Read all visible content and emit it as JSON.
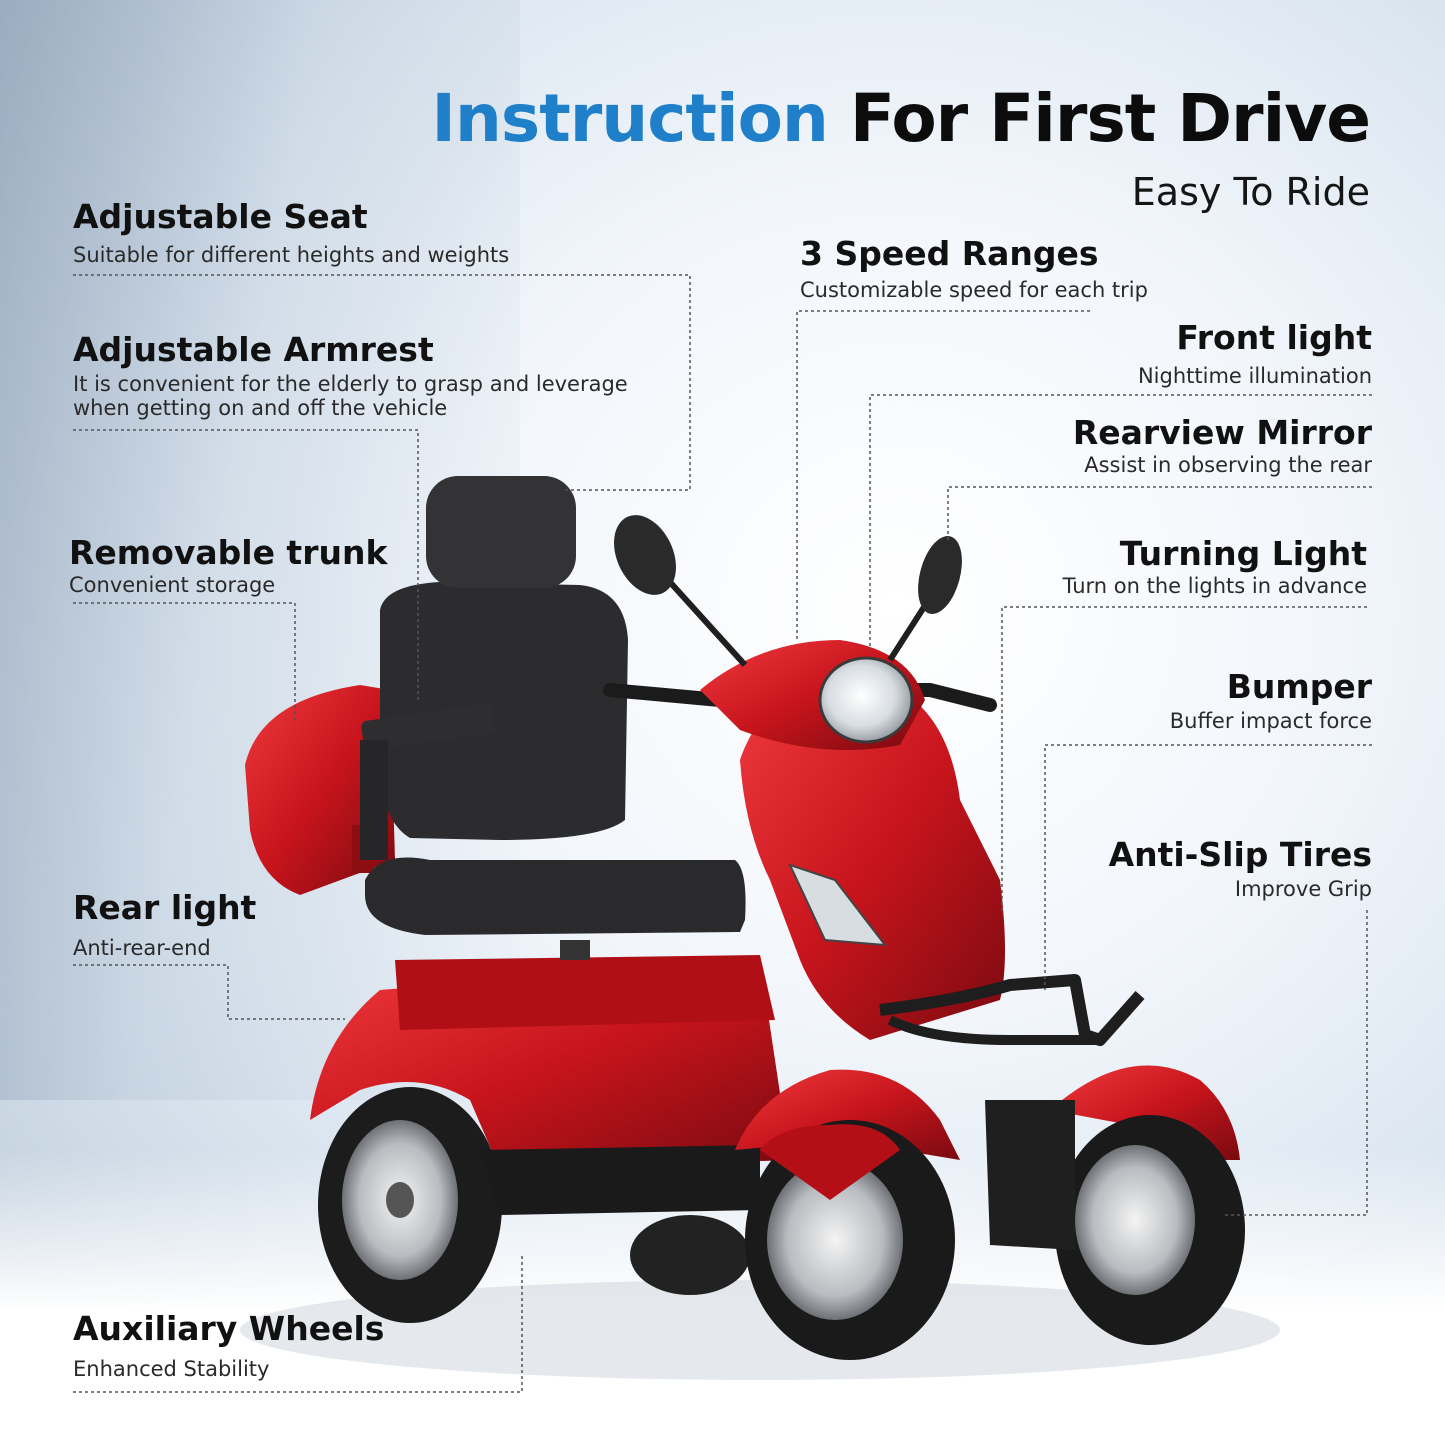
{
  "header": {
    "title_highlight": "Instruction",
    "title_rest": "For First Drive",
    "subtitle": "Easy To Ride"
  },
  "features": {
    "adjustable_seat": {
      "title": "Adjustable Seat",
      "desc": "Suitable for different heights and weights"
    },
    "adjustable_armrest": {
      "title": "Adjustable Armrest",
      "desc_line1": "It is convenient for the elderly to grasp and leverage",
      "desc_line2": "when getting on and off the vehicle"
    },
    "removable_trunk": {
      "title": "Removable trunk",
      "desc": "Convenient storage"
    },
    "rear_light": {
      "title": "Rear light",
      "desc": "Anti-rear-end"
    },
    "auxiliary_wheels": {
      "title": "Auxiliary Wheels",
      "desc": "Enhanced Stability"
    },
    "speed_ranges": {
      "title": "3 Speed Ranges",
      "desc": "Customizable speed for each trip"
    },
    "front_light": {
      "title": "Front light",
      "desc": "Nighttime illumination"
    },
    "rearview_mirror": {
      "title": "Rearview Mirror",
      "desc": "Assist in observing the rear"
    },
    "turning_light": {
      "title": "Turning Light",
      "desc": "Turn on the lights in advance"
    },
    "bumper": {
      "title": "Bumper",
      "desc": "Buffer impact force"
    },
    "anti_slip_tires": {
      "title": "Anti-Slip Tires",
      "desc": "Improve Grip"
    }
  },
  "colors": {
    "accent_blue": "#1f7fc8",
    "scooter_red": "#c8141c"
  }
}
